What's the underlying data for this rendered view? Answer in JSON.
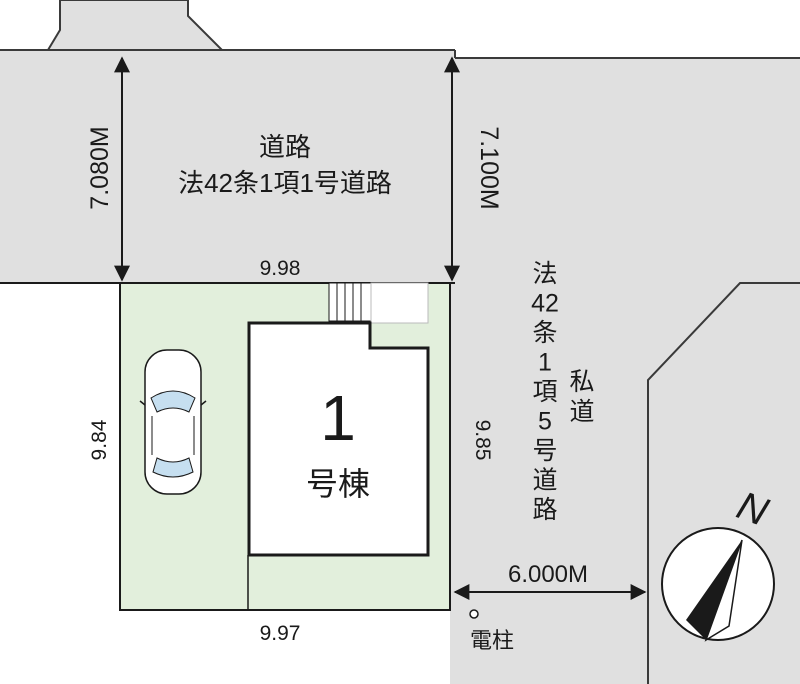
{
  "colors": {
    "road": "#e0e0e0",
    "lot": "#e2efdc",
    "outline": "#1a1a1a",
    "road_edge": "#3a3a3a",
    "car_window": "#c6dff0"
  },
  "road_main": {
    "line1": "道路",
    "line2": "法42条1項1号道路",
    "width_left": "7.080M",
    "width_right": "7.100M"
  },
  "road_side": {
    "col1": [
      "法",
      "42",
      "条",
      "1",
      "項",
      "5",
      "号",
      "道",
      "路"
    ],
    "col2": [
      "私",
      "道"
    ],
    "width": "6.000M"
  },
  "lot": {
    "top": "9.98",
    "left": "9.84",
    "right": "9.85",
    "bottom": "9.97"
  },
  "building": {
    "number": "1",
    "label": "号棟"
  },
  "utility_pole": "電柱",
  "compass": "N"
}
